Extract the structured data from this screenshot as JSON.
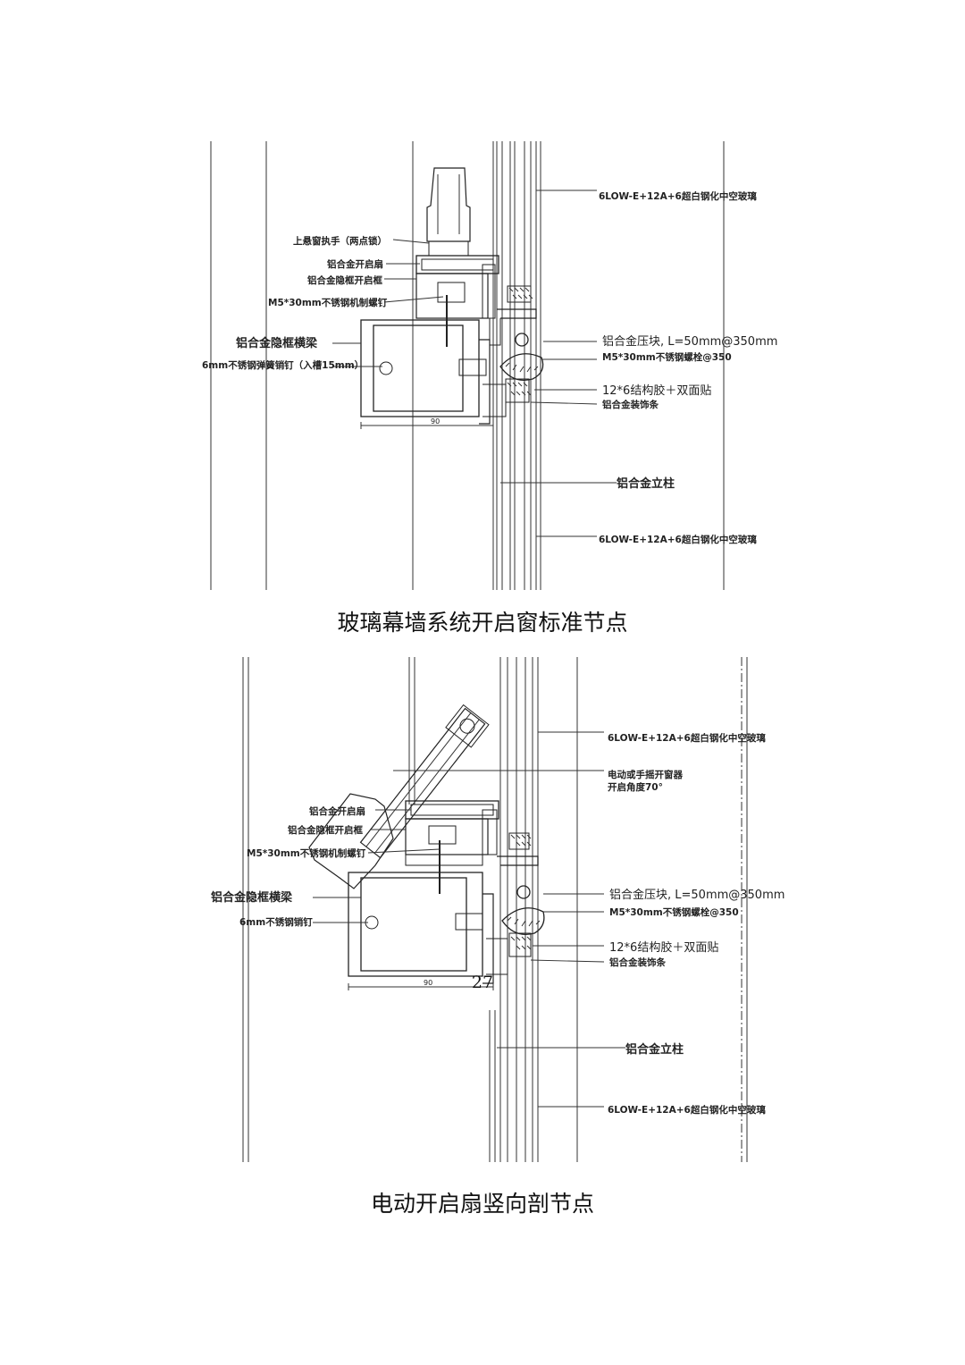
{
  "figure1": {
    "caption": "玻璃幕墙系统开启窗标准节点",
    "labels": {
      "glass_top": "6LOW-E+12A+6超白钢化中空玻璃",
      "handle": "上悬窗执手（两点锁）",
      "sash": "铝合金开启扇",
      "hidden_frame": "铝合金隐框开启框",
      "screw": "M5*30mm不锈钢机制螺钉",
      "transom": "铝合金隐框横梁",
      "pin": "6mm不锈钢弹簧销钉（入槽15mm）",
      "pressure_plate": "铝合金压块, L=50mm@350mm",
      "bolt": "M5*30mm不锈钢螺栓@350",
      "sealant": "12*6结构胶＋双面贴",
      "cover": "铝合金装饰条",
      "dim": "90",
      "mullion": "铝合金立柱",
      "glass_bottom": "6LOW-E+12A+6超白钢化中空玻璃"
    }
  },
  "figure2": {
    "caption": "电动开启扇竖向剖节点",
    "labels": {
      "glass_top": "6LOW-E+12A+6超白钢化中空玻璃",
      "opener_1": "电动或手摇开窗器",
      "opener_2": "开启角度70°",
      "sash": "铝合金开启扇",
      "hidden_frame": "铝合金隐框开启框",
      "screw": "M5*30mm不锈钢机制螺钉",
      "transom": "铝合金隐框横梁",
      "pin": "6mm不锈钢销钉",
      "pressure_plate": "铝合金压块, L=50mm@350mm",
      "bolt": "M5*30mm不锈钢螺栓@350",
      "sealant": "12*6结构胶＋双面贴",
      "cover": "铝合金装饰条",
      "dim": "90",
      "mullion": "铝合金立柱",
      "glass_bottom": "6LOW-E+12A+6超白钢化中空玻璃"
    }
  },
  "page_number": "27"
}
